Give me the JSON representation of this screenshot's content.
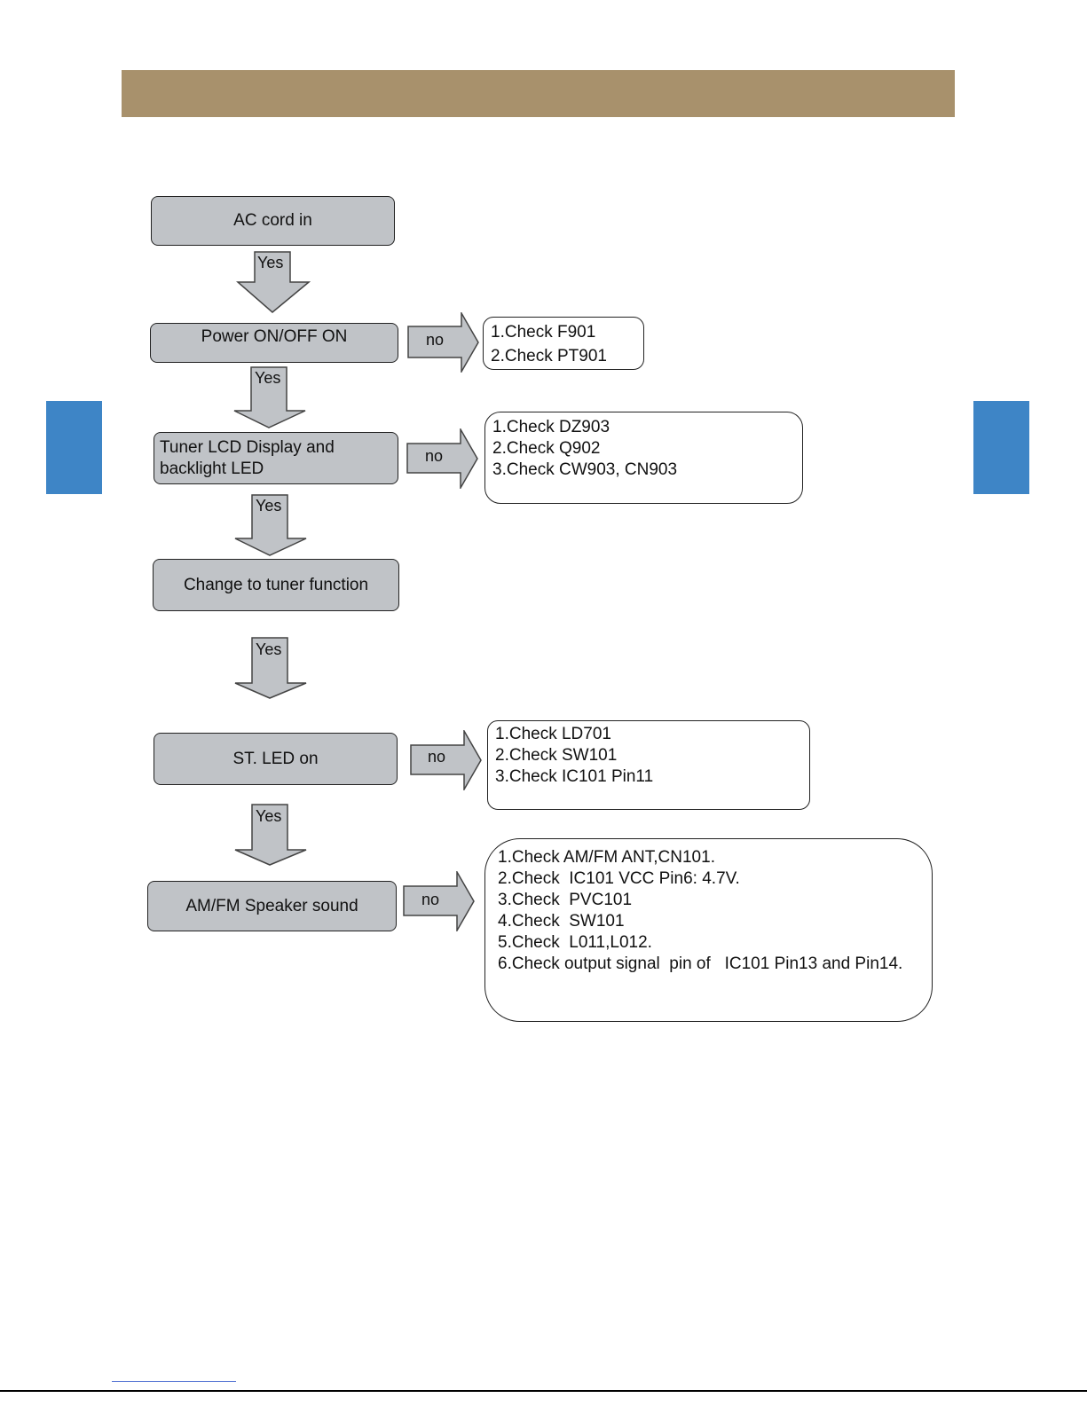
{
  "colors": {
    "header_bar": "#a8916c",
    "side_tab": "#3e85c6",
    "step_fill": "#c0c3c7",
    "arrow_fill": "#c0c3c7"
  },
  "flowchart": {
    "steps": [
      {
        "id": "ac_cord",
        "label": "AC cord in"
      },
      {
        "id": "power",
        "label": "Power ON/OFF ON"
      },
      {
        "id": "tuner_lcd",
        "label": "Tuner LCD Display and\nbacklight LED"
      },
      {
        "id": "change_tuner",
        "label": "Change to tuner function"
      },
      {
        "id": "st_led",
        "label": "ST. LED on"
      },
      {
        "id": "speaker",
        "label": "AM/FM Speaker sound"
      }
    ],
    "yes_label": "Yes",
    "no_label": "no",
    "checks": {
      "power": [
        "1.Check F901",
        "2.Check PT901"
      ],
      "tuner_lcd": [
        "1.Check DZ903",
        "2.Check Q902",
        "3.Check CW903, CN903"
      ],
      "st_led": [
        "1.Check LD701",
        "2.Check SW101",
        "3.Check IC101 Pin11"
      ],
      "speaker": [
        "1.Check AM/FM ANT,CN101.",
        "2.Check  IC101 VCC Pin6: 4.7V.",
        "3.Check  PVC101",
        "4.Check  SW101",
        "5.Check  L011,L012.",
        "6.Check output signal  pin of   IC101 Pin13 and Pin14."
      ]
    }
  }
}
